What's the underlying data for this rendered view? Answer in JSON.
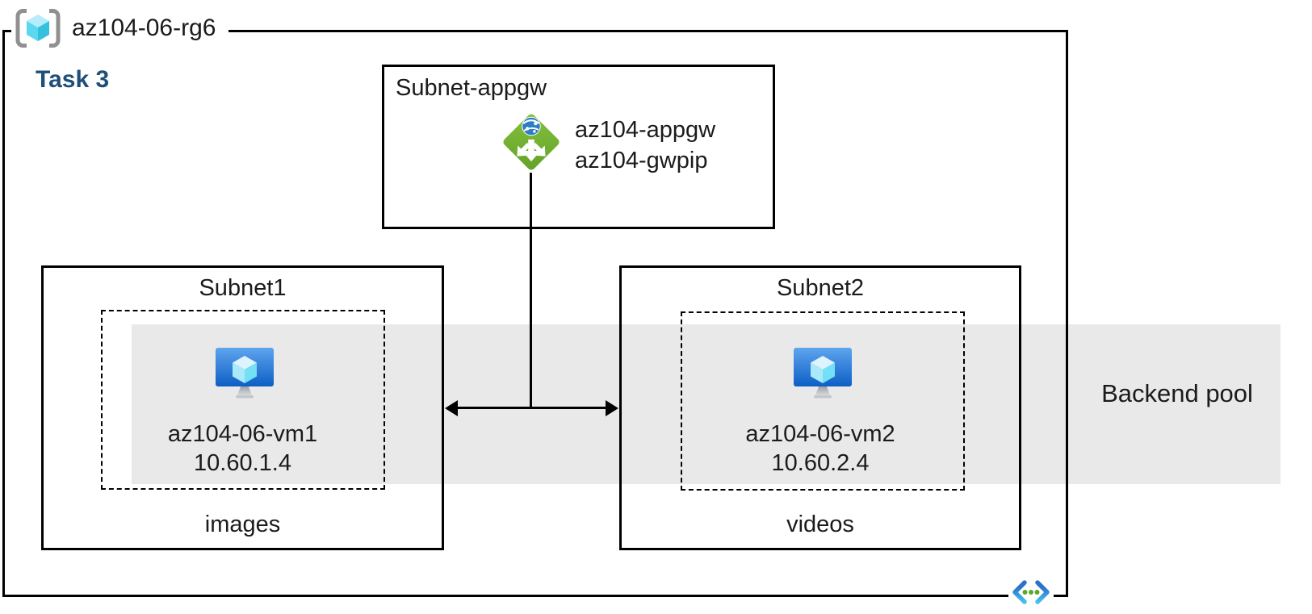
{
  "resource_group": {
    "name": "az104-06-rg6"
  },
  "task": {
    "label": "Task 3"
  },
  "appgw_subnet": {
    "title": "Subnet-appgw",
    "gateway_name": "az104-appgw",
    "public_ip_name": "az104-gwpip"
  },
  "subnets": [
    {
      "title": "Subnet1",
      "vm_name": "az104-06-vm1",
      "vm_ip": "10.60.1.4",
      "caption": "images"
    },
    {
      "title": "Subnet2",
      "vm_name": "az104-06-vm2",
      "vm_ip": "10.60.2.4",
      "caption": "videos"
    }
  ],
  "backend_pool": {
    "label": "Backend pool"
  },
  "icons": {
    "resource_group": "resource-group-icon",
    "application_gateway": "application-gateway-icon",
    "virtual_machine": "virtual-machine-icon",
    "virtual_network": "virtual-network-icon"
  },
  "colors": {
    "task_heading": "#1f4e79",
    "backend_band": "#e9e9ea",
    "line_black": "#000000",
    "appgw_green": "#74b23c",
    "globe_blue": "#2b7ec4",
    "vm_blue_top": "#5fa5ee",
    "vm_blue_bottom": "#0c5ec5",
    "cube_cyan": "#73e0f6",
    "bracket_gray": "#909090",
    "vnet_blue": "#2a72ca",
    "vnet_cyan": "#49c0ee",
    "vnet_dot_green": "#5fa727"
  }
}
